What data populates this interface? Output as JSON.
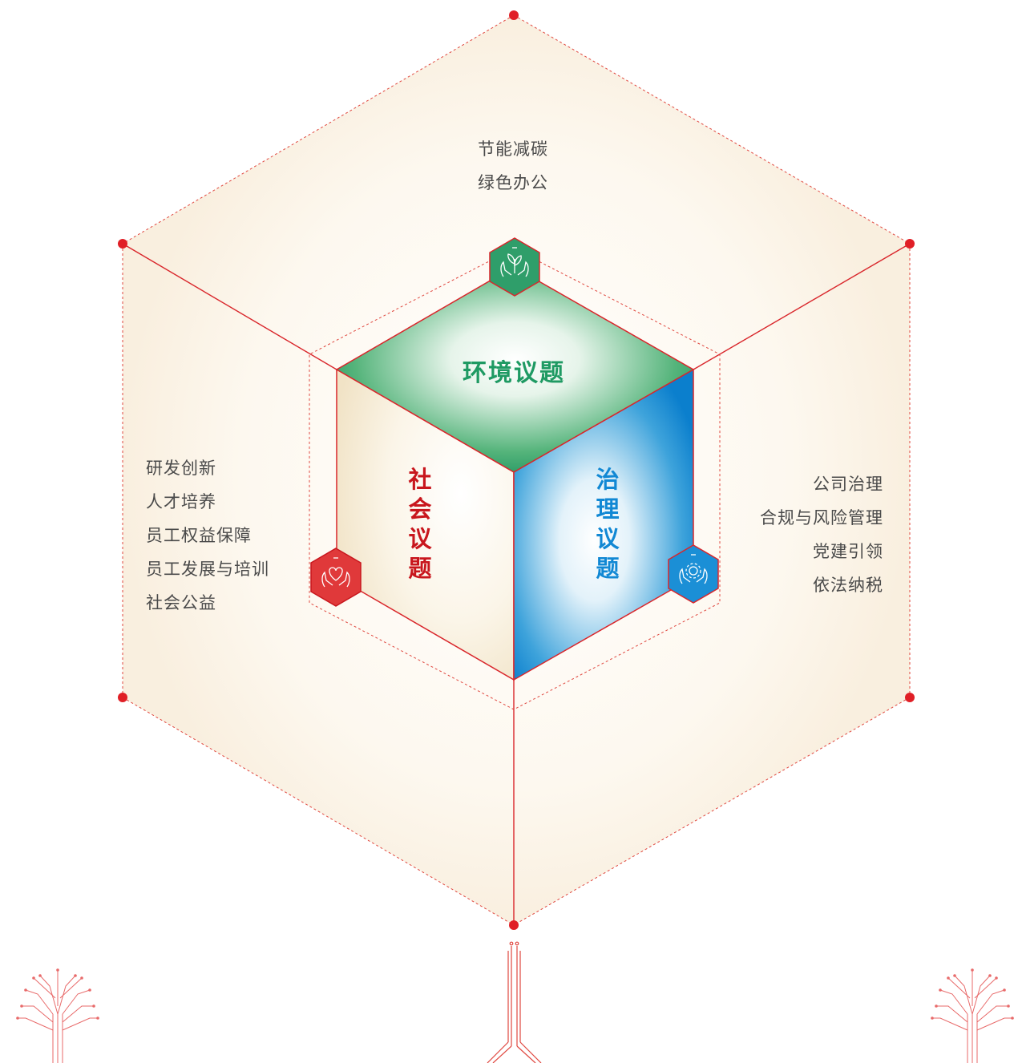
{
  "colors": {
    "accent_red": "#d9262b",
    "environment_green": "#1f9a63",
    "governance_blue": "#1188d4",
    "social_red": "#c8161d",
    "panel_fill": "#fbf3e6",
    "text_gray": "#4a4a4a"
  },
  "environment": {
    "title": "环境议题",
    "topics": [
      "节能减碳",
      "绿色办公"
    ],
    "icon": "hands-plant-icon"
  },
  "social": {
    "title": [
      "社",
      "会",
      "议",
      "题"
    ],
    "topics": [
      "研发创新",
      "人才培养",
      "员工权益保障",
      "员工发展与培训",
      "社会公益"
    ],
    "icon": "hands-heart-icon"
  },
  "governance": {
    "title": [
      "治",
      "理",
      "议",
      "题"
    ],
    "topics": [
      "公司治理",
      "合规与风险管理",
      "党建引领",
      "依法纳税"
    ],
    "icon": "hands-gear-icon"
  },
  "decorations": [
    "circuit-tree-icon",
    "circuit-tree-icon",
    "circuit-trunk-icon"
  ]
}
